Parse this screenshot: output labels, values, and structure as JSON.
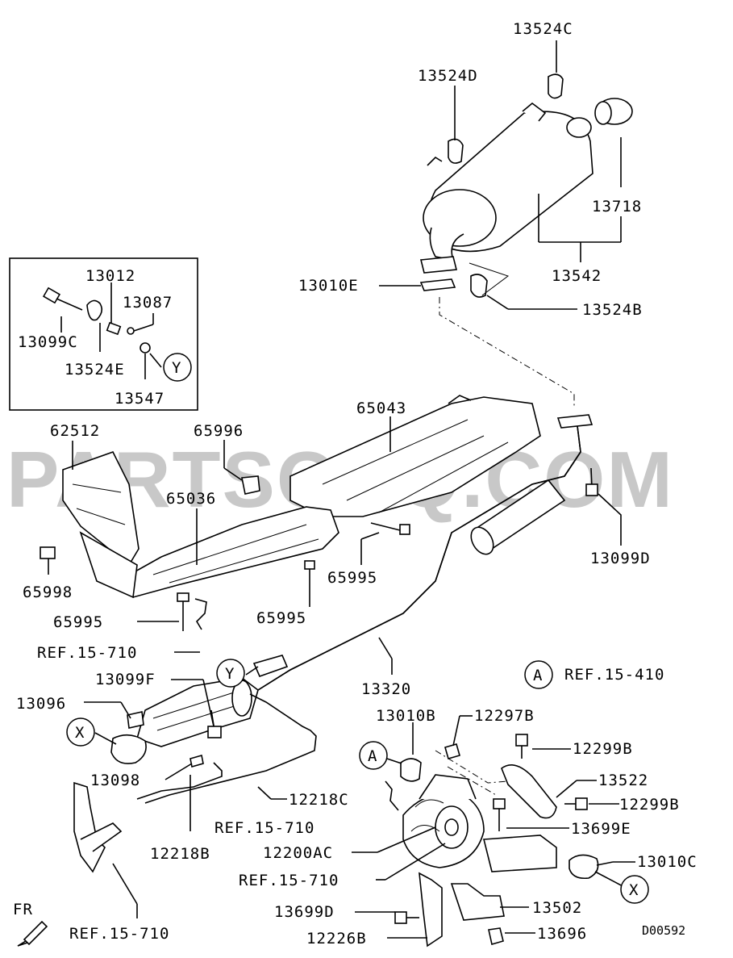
{
  "watermark": "PARTSOUQ.COM",
  "diagram_code": "D00592",
  "direction": "FR",
  "inset_markers": {
    "y": "Y"
  },
  "markers": {
    "a": "A",
    "x": "X",
    "y": "Y"
  },
  "labels": {
    "p13524C": "13524C",
    "p13524D": "13524D",
    "p13718": "13718",
    "p13542": "13542",
    "p13010E": "13010E",
    "p13524B": "13524B",
    "p13012": "13012",
    "p13087": "13087",
    "p13099C": "13099C",
    "p13524E": "13524E",
    "p13547": "13547",
    "p62512": "62512",
    "p65996": "65996",
    "p65043": "65043",
    "p65036": "65036",
    "p65998": "65998",
    "p65995a": "65995",
    "p65995b": "65995",
    "p65995c": "65995",
    "p13099D": "13099D",
    "ref15710a": "REF.15-710",
    "p13099F": "13099F",
    "p13320": "13320",
    "refA": "REF.15-410",
    "p13096": "13096",
    "p13010B": "13010B",
    "p12297B": "12297B",
    "p12299Ba": "12299B",
    "p13522": "13522",
    "p12299Bb": "12299B",
    "p13098": "13098",
    "p12218C": "12218C",
    "ref15710b": "REF.15-710",
    "p13699E": "13699E",
    "p12218B": "12218B",
    "p12200AC": "12200AC",
    "p13010C": "13010C",
    "ref15710c": "REF.15-710",
    "p13699D": "13699D",
    "p13502": "13502",
    "ref15710d": "REF.15-710",
    "p12226B": "12226B",
    "p13696": "13696"
  }
}
